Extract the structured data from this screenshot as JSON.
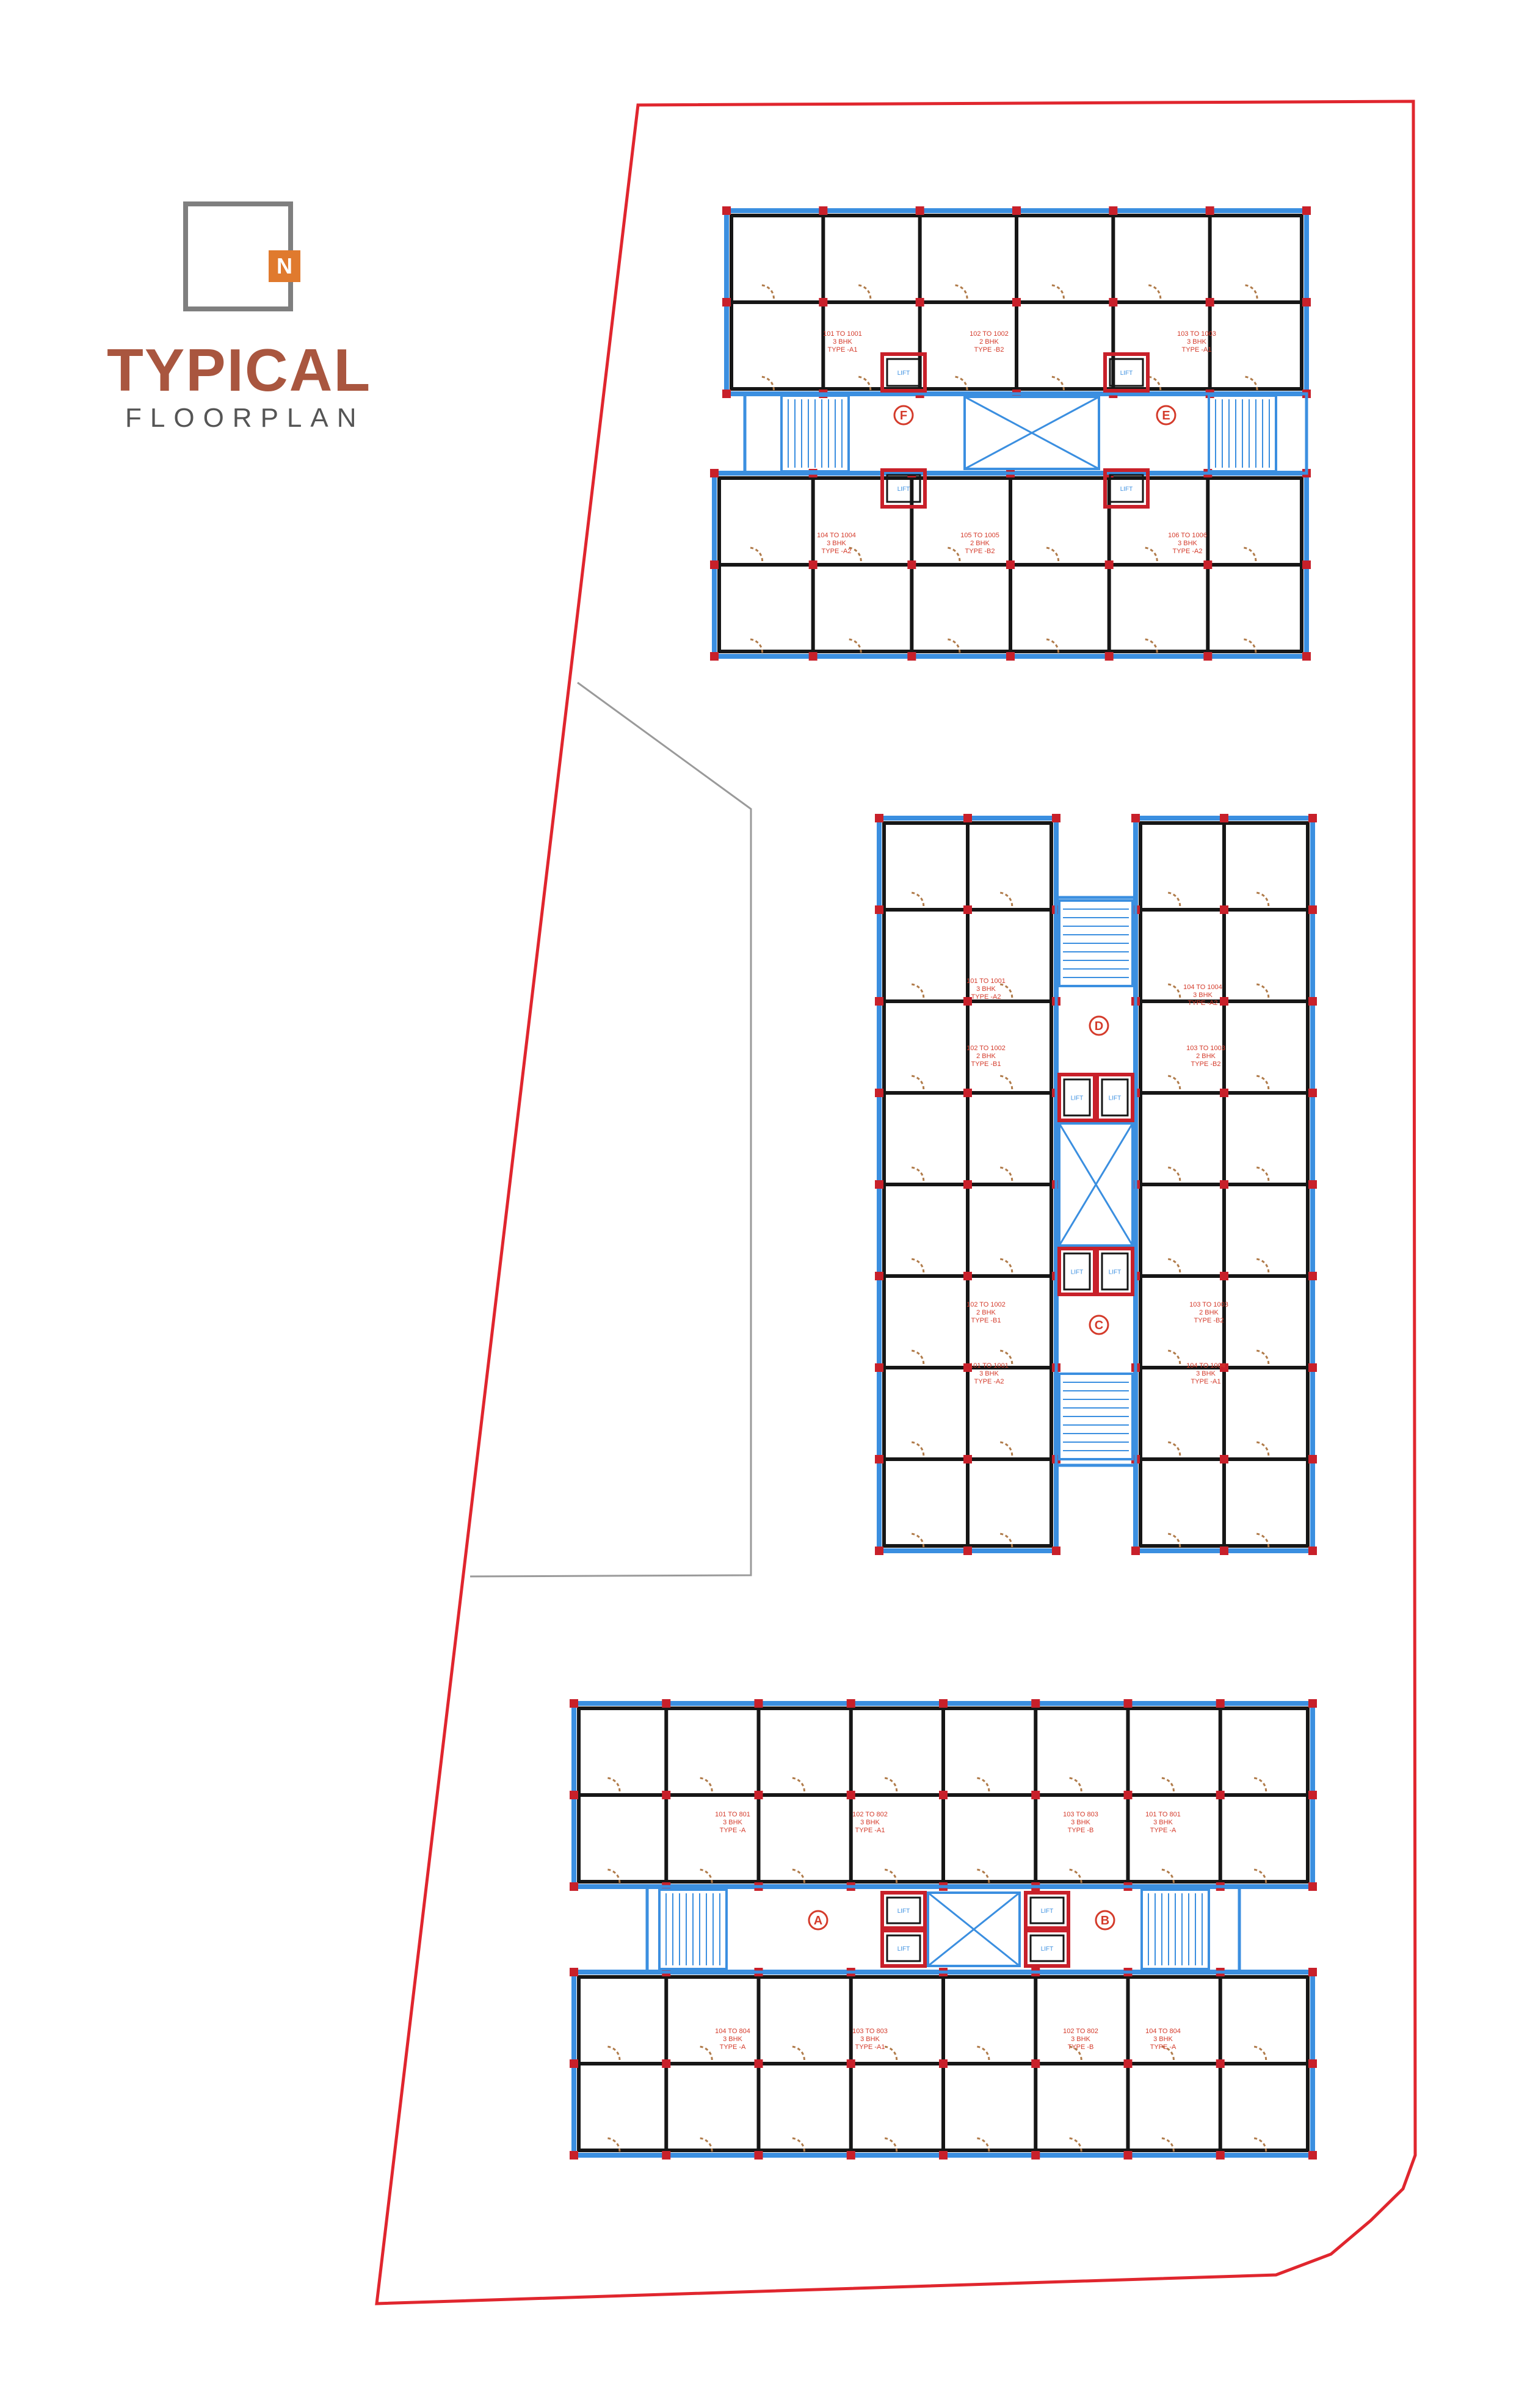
{
  "header": {
    "north_label": "N",
    "title": "TYPICAL",
    "subtitle": "FLOORPLAN"
  },
  "colors": {
    "site_boundary": "#e0262e",
    "window": "#3b8fe0",
    "wall": "#161616",
    "column": "#c8202a",
    "text": "#d43b2b",
    "accent": "#e07a2e",
    "title": "#a9563f"
  },
  "lift_label": "LIFT",
  "blocks": [
    {
      "id": "F-E",
      "cores": [
        {
          "letter": "F"
        },
        {
          "letter": "E"
        }
      ],
      "units": [
        {
          "l1": "101 TO 1001",
          "l2": "3 BHK",
          "l3": "TYPE -A1"
        },
        {
          "l1": "102 TO 1002",
          "l2": "2 BHK",
          "l3": "TYPE -B2"
        },
        {
          "l1": "103 TO 1003",
          "l2": "3 BHK",
          "l3": "TYPE -A1"
        },
        {
          "l1": "104 TO 1004",
          "l2": "3 BHK",
          "l3": "TYPE -A2"
        },
        {
          "l1": "105 TO 1005",
          "l2": "2 BHK",
          "l3": "TYPE -B2"
        },
        {
          "l1": "106 TO 1006",
          "l2": "3 BHK",
          "l3": "TYPE -A2"
        }
      ]
    },
    {
      "id": "D-C",
      "cores": [
        {
          "letter": "D"
        },
        {
          "letter": "C"
        }
      ],
      "units": [
        {
          "l1": "101 TO 1001",
          "l2": "3 BHK",
          "l3": "TYPE -A2"
        },
        {
          "l1": "104 TO 1004",
          "l2": "3 BHK",
          "l3": "TYPE -A2"
        },
        {
          "l1": "102 TO 1002",
          "l2": "2 BHK",
          "l3": "TYPE -B1"
        },
        {
          "l1": "103 TO 1003",
          "l2": "2 BHK",
          "l3": "TYPE -B2"
        },
        {
          "l1": "102 TO 1002",
          "l2": "2 BHK",
          "l3": "TYPE -B1"
        },
        {
          "l1": "103 TO 1003",
          "l2": "2 BHK",
          "l3": "TYPE -B2"
        },
        {
          "l1": "101 TO 1001",
          "l2": "3 BHK",
          "l3": "TYPE -A2"
        },
        {
          "l1": "104 TO 1004",
          "l2": "3 BHK",
          "l3": "TYPE -A1"
        }
      ]
    },
    {
      "id": "A-B",
      "cores": [
        {
          "letter": "A"
        },
        {
          "letter": "B"
        }
      ],
      "units": [
        {
          "l1": "101 TO 801",
          "l2": "3 BHK",
          "l3": "TYPE -A"
        },
        {
          "l1": "102 TO 802",
          "l2": "3 BHK",
          "l3": "TYPE -A1"
        },
        {
          "l1": "103 TO 803",
          "l2": "3 BHK",
          "l3": "TYPE -B"
        },
        {
          "l1": "101 TO 801",
          "l2": "3 BHK",
          "l3": "TYPE -A"
        },
        {
          "l1": "104 TO 804",
          "l2": "3 BHK",
          "l3": "TYPE -A"
        },
        {
          "l1": "103 TO 803",
          "l2": "3 BHK",
          "l3": "TYPE -A1"
        },
        {
          "l1": "102 TO 802",
          "l2": "3 BHK",
          "l3": "TYPE -B"
        },
        {
          "l1": "104 TO 804",
          "l2": "3 BHK",
          "l3": "TYPE -A"
        }
      ]
    }
  ]
}
